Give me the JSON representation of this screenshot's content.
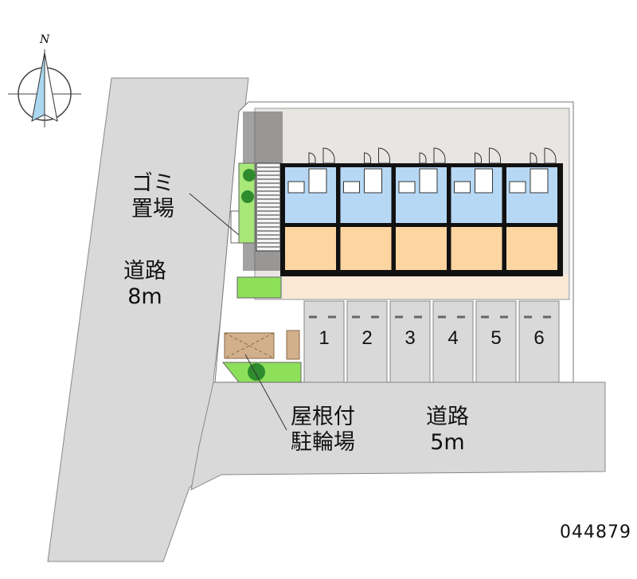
{
  "compass": {
    "north_label": "N",
    "icon": "compass-icon"
  },
  "labels": {
    "garbage_line1": "ゴミ",
    "garbage_line2": "置場",
    "road_west_line1": "道路",
    "road_west_line2": "8m",
    "bicycle_line1": "屋根付",
    "bicycle_line2": "駐輪場",
    "road_south_line1": "道路",
    "road_south_line2": "5m"
  },
  "parking_spaces": [
    "1",
    "2",
    "3",
    "4",
    "5",
    "6"
  ],
  "units_count": 5,
  "property_code": "044879",
  "colors": {
    "road": "#d9d9d9",
    "site_paving": "#e8e6e3",
    "wet_area": "#b7d8f5",
    "room": "#fdd5a1",
    "green": "#8ee05a",
    "bike_roof": "#d2b08c"
  }
}
